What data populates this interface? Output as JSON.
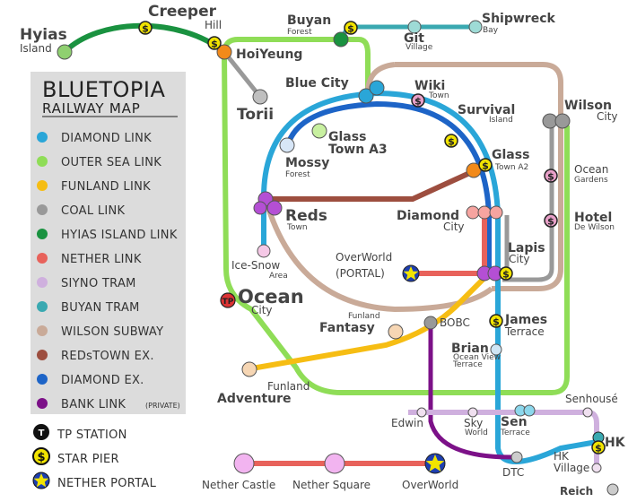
{
  "title": {
    "line1": "BLUETOPIA",
    "line2": "RAILWAY MAP"
  },
  "colors": {
    "diamond_link": "#2aa6d8",
    "outer_sea_link": "#8fdd57",
    "funland_link": "#f6bd13",
    "coal_link": "#999999",
    "hyias_island_link": "#1a9240",
    "nether_link": "#e8625b",
    "siyno_tram": "#cfb0de",
    "buyan_tram": "#3aa9b1",
    "wilson_subway": "#c9aa98",
    "redstown_ex": "#9d4e3f",
    "diamond_ex": "#1d64c7",
    "bank_link": "#7c1188"
  },
  "legend": {
    "lines": [
      {
        "label": "DIAMOND LINK",
        "color": "#2aa6d8"
      },
      {
        "label": "OUTER SEA LINK",
        "color": "#8fdd57"
      },
      {
        "label": "FUNLAND LINK",
        "color": "#f6bd13"
      },
      {
        "label": "COAL LINK",
        "color": "#999999"
      },
      {
        "label": "HYIAS ISLAND LINK",
        "color": "#1a9240"
      },
      {
        "label": "NETHER LINK",
        "color": "#e8625b"
      },
      {
        "label": "SIYNO TRAM",
        "color": "#cfb0de"
      },
      {
        "label": "BUYAN TRAM",
        "color": "#3aa9b1"
      },
      {
        "label": "WILSON SUBWAY",
        "color": "#c9aa98"
      },
      {
        "label": "REDsTOWN EX.",
        "color": "#9d4e3f"
      },
      {
        "label": "DIAMOND EX.",
        "color": "#1d64c7"
      },
      {
        "label": "BANK LINK",
        "color": "#7c1188",
        "note": "(PRIVATE)"
      }
    ],
    "symbols": [
      {
        "icon": "tp-station-icon",
        "label": "TP STATION"
      },
      {
        "icon": "star-pier-icon",
        "label": "STAR PIER"
      },
      {
        "icon": "nether-portal-icon",
        "label": "NETHER PORTAL"
      }
    ]
  },
  "stations": {
    "hyias": {
      "name": "Hyias",
      "sub": "Island"
    },
    "creeper": {
      "name": "Creeper",
      "sub": "Hill"
    },
    "buyan": {
      "name": "Buyan",
      "sub": "Forest"
    },
    "git": {
      "name": "Git",
      "sub": "Village"
    },
    "shipwreck": {
      "name": "Shipwreck",
      "sub": "Bay"
    },
    "hoiyeung": {
      "name": "HoiYeung"
    },
    "torii": {
      "name": "Torii"
    },
    "blue_city": {
      "name": "Blue City"
    },
    "wiki": {
      "name": "Wiki",
      "sub": "Town"
    },
    "survival": {
      "name": "Survival",
      "sub": "Island"
    },
    "wilson": {
      "name": "Wilson",
      "sub": "City"
    },
    "glass_a3": {
      "name": "Glass",
      "name2": "Town A3"
    },
    "mossy": {
      "name": "Mossy",
      "sub": "Forest"
    },
    "glass_a2": {
      "name": "Glass",
      "sub": "Town A2"
    },
    "ocean_gardens": {
      "name": "Ocean",
      "sub": "Gardens"
    },
    "reds": {
      "name": "Reds",
      "sub": "Town"
    },
    "diamond_city": {
      "name": "Diamond",
      "sub": "City"
    },
    "hotel": {
      "name": "Hotel",
      "sub": "De Wilson"
    },
    "lapis": {
      "name": "Lapis",
      "sub": "City"
    },
    "ice_snow": {
      "name": "Ice-Snow",
      "sub": "Area"
    },
    "overworld_portal": {
      "name": "OverWorld",
      "name2": "(PORTAL)"
    },
    "ocean_city": {
      "name": "Ocean",
      "sub": "City"
    },
    "fantasy": {
      "name": "Fantasy",
      "sub": "Funland"
    },
    "bobc": {
      "name": "BOBC"
    },
    "james": {
      "name": "James",
      "sub": "Terrace"
    },
    "brian": {
      "name": "Brian",
      "sub": "Ocean View",
      "sub2": "Terrace"
    },
    "adventure": {
      "name": "Adventure",
      "sub": "Funland"
    },
    "senhouse": {
      "name": "Senhousé"
    },
    "edwin": {
      "name": "Edwin"
    },
    "sky": {
      "name": "Sky",
      "sub": "World"
    },
    "sen": {
      "name": "Sen",
      "sub": "Terrace"
    },
    "hk": {
      "name": "HK"
    },
    "hk_village": {
      "name": "HK",
      "sub": "Village"
    },
    "dtc": {
      "name": "DTC"
    },
    "reich": {
      "name": "Reich"
    },
    "nether_castle": {
      "name": "Nether Castle"
    },
    "nether_square": {
      "name": "Nether Square"
    },
    "overworld": {
      "name": "OverWorld"
    }
  }
}
